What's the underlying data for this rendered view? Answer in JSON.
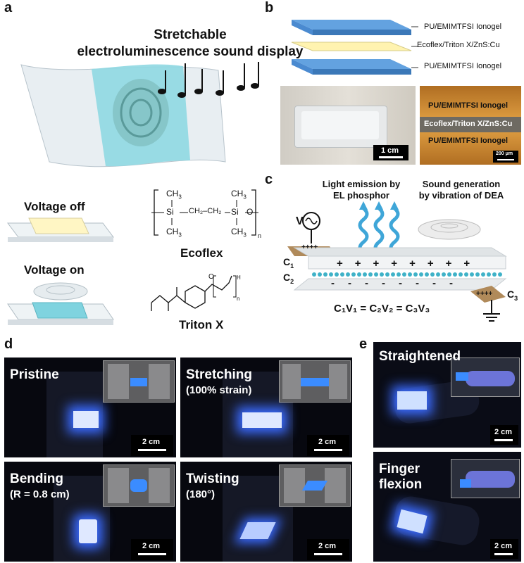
{
  "panel_labels": {
    "a": "a",
    "b": "b",
    "c": "c",
    "d": "d",
    "e": "e"
  },
  "panel_a": {
    "title_line1": "Stretchable",
    "title_line2": "electroluminescence sound display",
    "voltage_off": "Voltage off",
    "voltage_on": "Voltage on",
    "ecoflex_label": "Ecoflex",
    "triton_label": "Triton X",
    "chem": {
      "ch3": "CH",
      "three": "3",
      "si": "Si",
      "o": "O",
      "ch2ch2": "CH₂–CH₂",
      "n": "n",
      "h": "H"
    }
  },
  "panel_b": {
    "layer_top": "PU/EMIMTFSI Ionogel",
    "layer_mid": "Ecoflex/Triton X/ZnS:Cu",
    "layer_bot": "PU/EMIMTFSI Ionogel",
    "photo_scale": "1 cm",
    "xsec_top": "PU/EMIMTFSI Ionogel",
    "xsec_mid": "Ecoflex/Triton X/ZnS:Cu",
    "xsec_bot": "PU/EMIMTFSI Ionogel",
    "xsec_scale": "200 μm"
  },
  "panel_c": {
    "light_line1": "Light emission by",
    "light_line2": "EL phosphor",
    "sound_line1": "Sound generation",
    "sound_line2": "by vibration of DEA",
    "v": "V",
    "c1": "C",
    "c1_sub": "1",
    "c2": "C",
    "c2_sub": "2",
    "c3": "C",
    "c3_sub": "3",
    "equation": "C₁V₁ = C₂V₂ = C₃V₃",
    "plus": "+",
    "minus": "-",
    "plus4": "++++"
  },
  "panel_d": {
    "pristine": "Pristine",
    "stretching": "Stretching",
    "stretching_sub": "(100% strain)",
    "bending": "Bending",
    "bending_sub": "(R = 0.8 cm)",
    "twisting": "Twisting",
    "twisting_sub": "(180°)",
    "scale": "2 cm"
  },
  "panel_e": {
    "straightened": "Straightened",
    "flexion_line1": "Finger",
    "flexion_line2": "flexion",
    "scale": "2 cm"
  },
  "colors": {
    "glow": "#3b6bff",
    "teal": "#7cd3e0",
    "layer_blue": "#4a86c8",
    "layer_yellow": "#fff3b0"
  }
}
